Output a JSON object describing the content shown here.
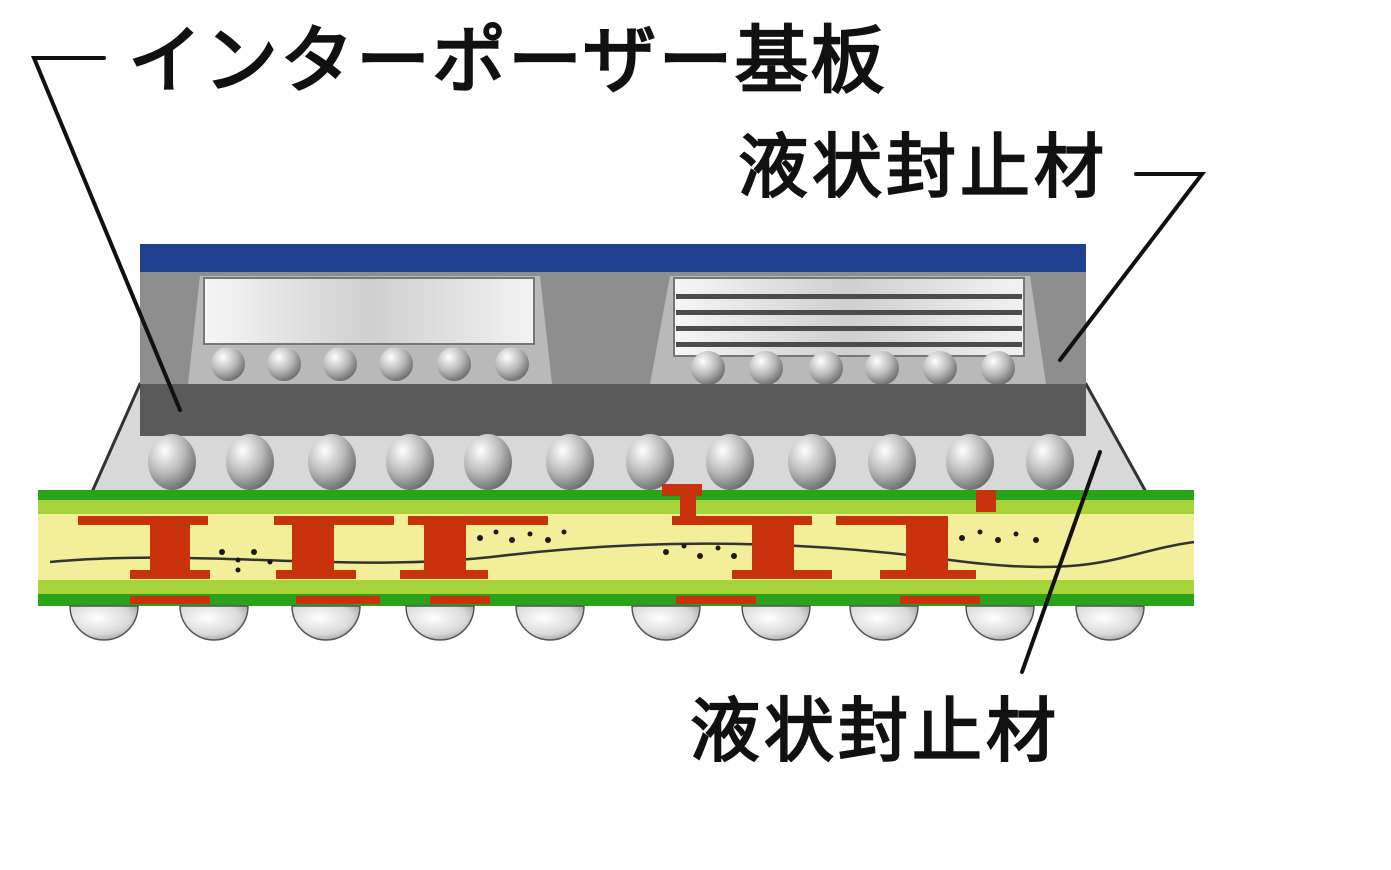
{
  "labels": {
    "interposer": "インターポーザー基板",
    "sealant_upper": "液状封止材",
    "sealant_lower": "液状封止材"
  },
  "colors": {
    "mold_cap": "#1f3f8f",
    "mold_body": "#8c8c8c",
    "interposer": "#5a5a5a",
    "underfill": "#d6d6d6",
    "pcb_green": "#2aa31a",
    "pcb_core": "#f2ee9a",
    "copper": "#c8320c",
    "leader_line": "#111111"
  }
}
